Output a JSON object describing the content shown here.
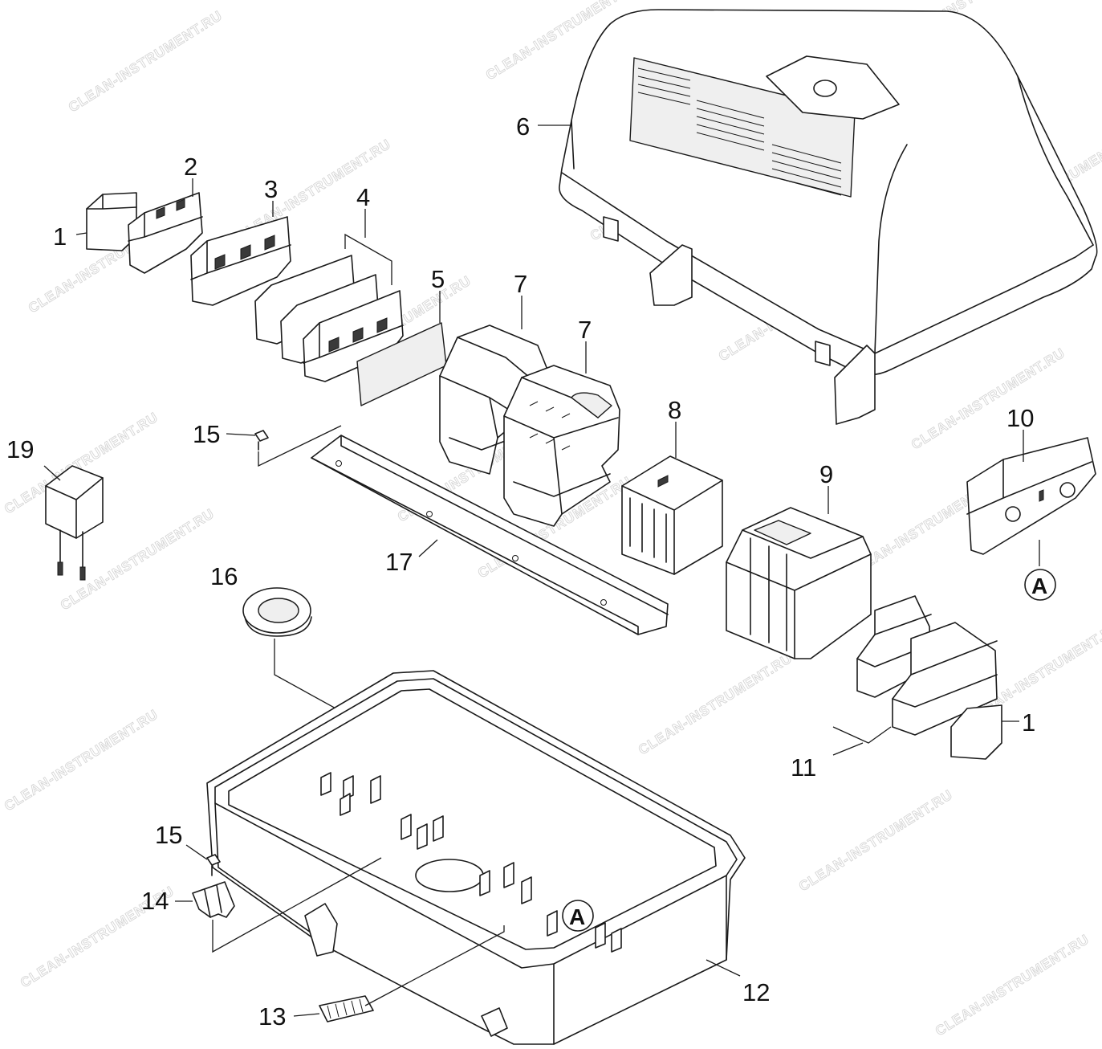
{
  "watermark": "CLEAN-INSTRUMENT.RU",
  "callout_letter": "A",
  "part_numbers": {
    "p1a": "1",
    "p1b": "1",
    "p2": "2",
    "p3": "3",
    "p4": "4",
    "p5": "5",
    "p6": "6",
    "p7a": "7",
    "p7b": "7",
    "p8": "8",
    "p9": "9",
    "p10": "10",
    "p11": "11",
    "p12": "12",
    "p13": "13",
    "p14": "14",
    "p15a": "15",
    "p15b": "15",
    "p16": "16",
    "p17": "17",
    "p19": "19"
  }
}
